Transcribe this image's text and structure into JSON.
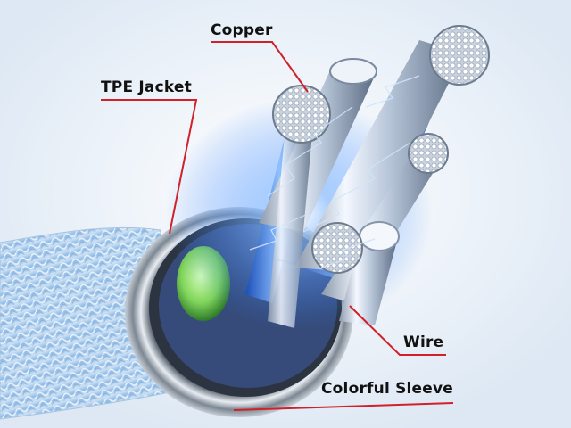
{
  "labels": {
    "copper": "Copper",
    "tpe_jacket": "TPE Jacket",
    "wire": "Wire",
    "colorful_sleeve": "Colorful Sleeve"
  },
  "colors": {
    "leader_line": "#d0202a",
    "glow": "#2f7dff",
    "core_green": "#7fd45a",
    "sleeve_blue": "#9cc6ef"
  }
}
